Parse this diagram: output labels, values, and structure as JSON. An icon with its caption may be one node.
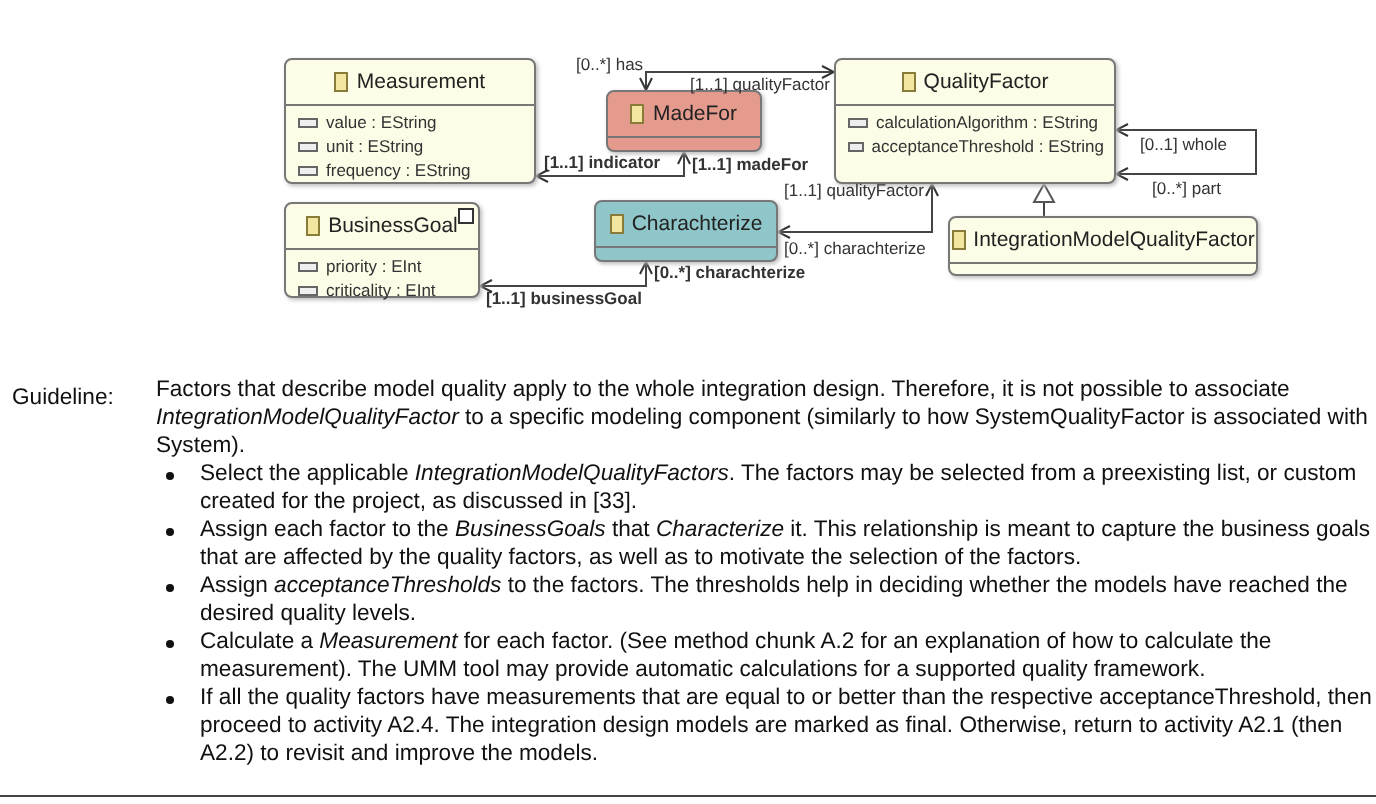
{
  "diagram": {
    "nodes": [
      {
        "text": [
          "Measurement",
          "value : EString",
          "unit : EString",
          "frequency : EString"
        ]
      },
      {
        "text": [
          "MadeFor"
        ]
      },
      {
        "text": [
          "BusinessGoal",
          "priority : EInt",
          "criticality : EInt"
        ]
      },
      {
        "text": [
          "Charachterize"
        ]
      },
      {
        "text": [
          "QualityFactor",
          "calculationAlgorithm : EString",
          "acceptanceThreshold : EString"
        ]
      },
      {
        "text": [
          "IntegrationModelQualityFactor"
        ]
      }
    ],
    "edges": [
      {
        "from": 1,
        "to": 4,
        "arrow": "both",
        "label": "[1..1] qualityFactor"
      },
      {
        "from": 1,
        "to": 0,
        "arrow": "both",
        "label": "[1..1] indicator"
      },
      {
        "from": 3,
        "to": 2,
        "arrow": "both",
        "label": "[1..1] businessGoal"
      },
      {
        "from": 3,
        "to": 4,
        "arrow": "both",
        "label": "[1..1] qualityFactor"
      },
      {
        "from": 4,
        "to": 4,
        "arrow": "both",
        "label": "[0..1] whole"
      },
      {
        "from": 5,
        "to": 4,
        "arrow": "to"
      }
    ],
    "labels": [
      "[0..*] has",
      "[1..1] madeFor",
      "[0..*] charachterize",
      "[0..*] charachterize",
      "[0..*] part",
      "Guideline:",
      "Factors that describe model quality apply to the whole integration design. Therefore, it is not possible to associate *IntegrationModelQualityFactor* to a specific modeling component (similarly to how SystemQualityFactor is associated with System).",
      "Select the applicable *IntegrationModelQualityFactors*. The factors may be selected from a preexisting list, or custom created for the project, as discussed in [33].",
      "Assign each factor to the *BusinessGoals* that *Characterize* it. This relationship is meant to capture the business goals that are affected by the quality factors, as well as to motivate the selection of the factors.",
      "Assign *acceptanceThresholds* to the factors. The thresholds help in deciding whether the models have reached the desired quality levels.",
      "Calculate a *Measurement* for each factor. (See method chunk A.2 for an explanation of how to calculate the measurement). The UMM tool may provide automatic calculations for a supported quality framework.",
      "If all the quality factors have measurements that are equal to or better than the respective acceptanceThreshold, then proceed to activity A2.4. The integration design models are marked as final. Otherwise, return to activity A2.1 (then A2.2) to revisit and improve the models."
    ]
  }
}
